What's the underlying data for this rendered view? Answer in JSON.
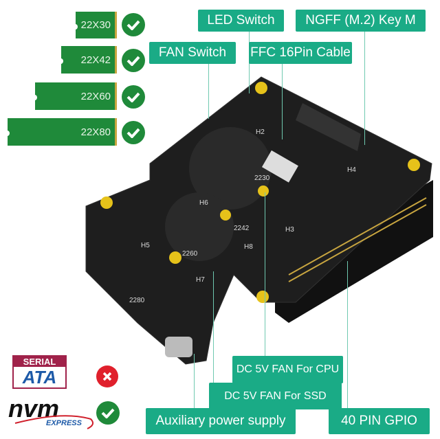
{
  "ssd_sizes": [
    {
      "label": "22X30",
      "supported": true
    },
    {
      "label": "22X42",
      "supported": true
    },
    {
      "label": "22X60",
      "supported": true
    },
    {
      "label": "22X80",
      "supported": true
    }
  ],
  "callouts": {
    "led_switch": "LED  Switch",
    "ngff": "NGFF  (M.2)  Key  M",
    "fan_switch": "FAN  Switch",
    "ffc": "FFC 16Pin Cable",
    "fan_cpu": "DC 5V FAN  For  CPU",
    "fan_ssd": "DC 5V  FAN  For  SSD",
    "aux_power": "Auxiliary power supply",
    "gpio": "40  PIN  GPIO"
  },
  "protocols": [
    {
      "name": "SERIAL ATA",
      "supported": false,
      "icon": "x-icon"
    },
    {
      "name": "nvm EXPRESS",
      "supported": true,
      "icon": "check-icon"
    }
  ],
  "board_marks": [
    "2230",
    "2242",
    "2260",
    "2280",
    "H2",
    "H3",
    "H4",
    "H5",
    "H6",
    "H7",
    "H8"
  ],
  "colors": {
    "label_bg": "#1aab86",
    "card_green": "#1f8a3a",
    "check_green": "#1f8a3a",
    "cross_red": "#e0202c",
    "board": "#1e1e1e"
  }
}
